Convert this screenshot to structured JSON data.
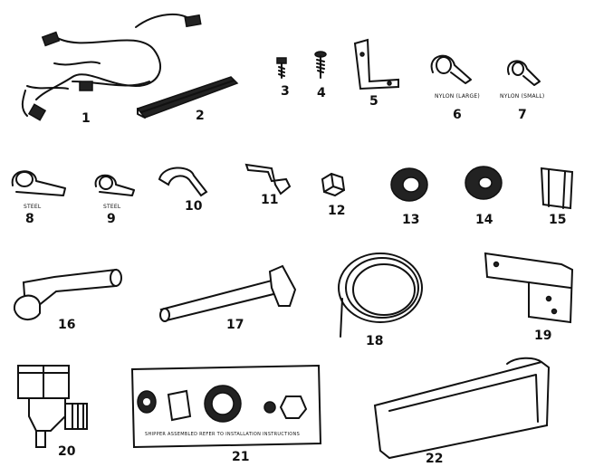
{
  "parts": [
    {
      "id": "part-1",
      "number": "1"
    },
    {
      "id": "part-2",
      "number": "2"
    },
    {
      "id": "part-3",
      "number": "3"
    },
    {
      "id": "part-4",
      "number": "4"
    },
    {
      "id": "part-5",
      "number": "5"
    },
    {
      "id": "part-6",
      "number": "6",
      "caption": "NYLON (LARGE)"
    },
    {
      "id": "part-7",
      "number": "7",
      "caption": "NYLON (SMALL)"
    },
    {
      "id": "part-8",
      "number": "8",
      "caption": "STEEL"
    },
    {
      "id": "part-9",
      "number": "9",
      "caption": "STEEL"
    },
    {
      "id": "part-10",
      "number": "10"
    },
    {
      "id": "part-11",
      "number": "11"
    },
    {
      "id": "part-12",
      "number": "12"
    },
    {
      "id": "part-13",
      "number": "13"
    },
    {
      "id": "part-14",
      "number": "14"
    },
    {
      "id": "part-15",
      "number": "15"
    },
    {
      "id": "part-16",
      "number": "16"
    },
    {
      "id": "part-17",
      "number": "17"
    },
    {
      "id": "part-18",
      "number": "18"
    },
    {
      "id": "part-19",
      "number": "19"
    },
    {
      "id": "part-20",
      "number": "20"
    },
    {
      "id": "part-21",
      "number": "21",
      "caption": "SHIPPER ASSEMBLED REFER TO INSTALLATION INSTRUCTIONS"
    },
    {
      "id": "part-22",
      "number": "22"
    }
  ]
}
